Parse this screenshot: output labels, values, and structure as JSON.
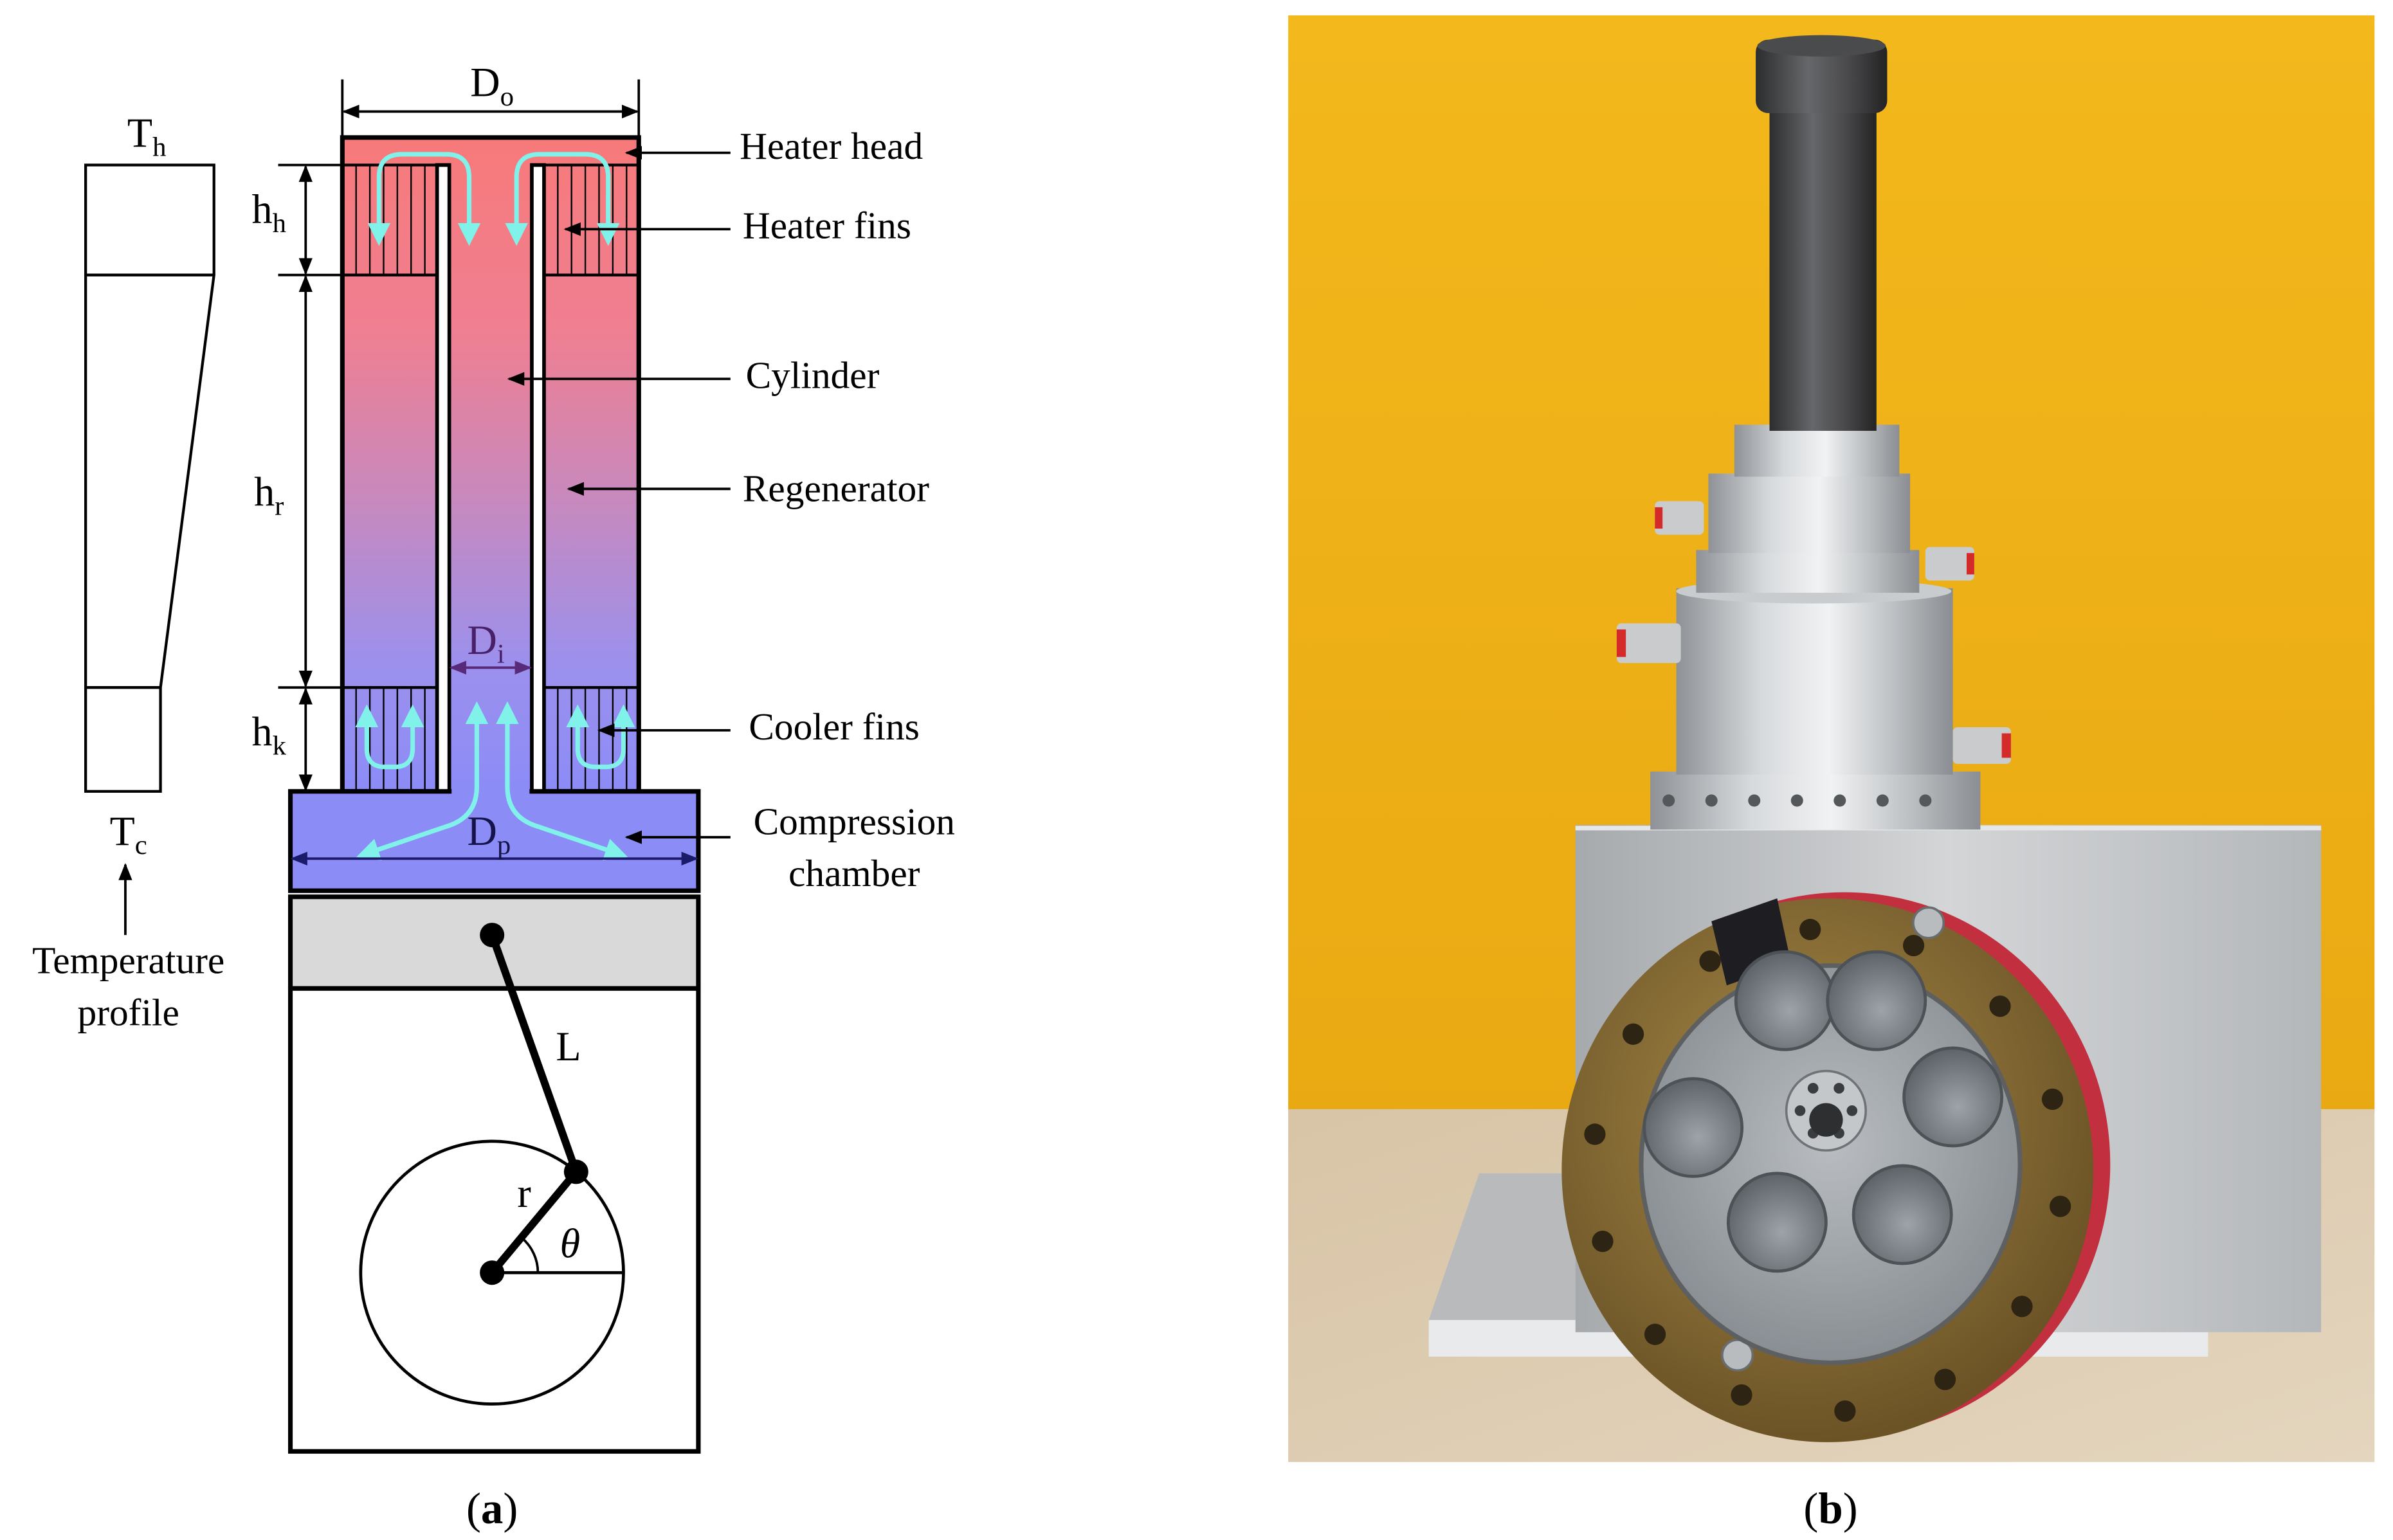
{
  "figure": {
    "panel_a": {
      "caption": {
        "open": "(",
        "letter": "a",
        "close": ")"
      },
      "temperature_profile": {
        "hot": {
          "symbol": "T",
          "subscript": "h"
        },
        "cold": {
          "symbol": "T",
          "subscript": "c"
        },
        "label_line1": "Temperature",
        "label_line2": "profile"
      },
      "dimensions": {
        "outer_diameter": {
          "symbol": "D",
          "subscript": "o"
        },
        "inner_diameter": {
          "symbol": "D",
          "subscript": "i"
        },
        "piston_diameter": {
          "symbol": "D",
          "subscript": "p"
        },
        "heater_height": {
          "symbol": "h",
          "subscript": "h"
        },
        "regenerator_height": {
          "symbol": "h",
          "subscript": "r"
        },
        "cooler_height": {
          "symbol": "h",
          "subscript": "k"
        }
      },
      "components": {
        "heater_head": "Heater head",
        "heater_fins": "Heater fins",
        "cylinder": "Cylinder",
        "regenerator": "Regenerator",
        "cooler_fins": "Cooler fins",
        "compression_chamber_line1": "Compression",
        "compression_chamber_line2": "chamber"
      },
      "mechanism": {
        "connecting_rod": "L",
        "crank_radius": "r",
        "crank_angle": "θ"
      }
    },
    "panel_b": {
      "caption": {
        "open": "(",
        "letter": "b",
        "close": ")"
      }
    }
  },
  "colors": {
    "hot": "#f77a7a",
    "cold": "#8c8cf7",
    "flow_arrows": "#80f2ea",
    "piston": "#d9d9d9",
    "wall": "#f1b51c",
    "table": "#dccaae",
    "brass": "#8a6d34"
  }
}
